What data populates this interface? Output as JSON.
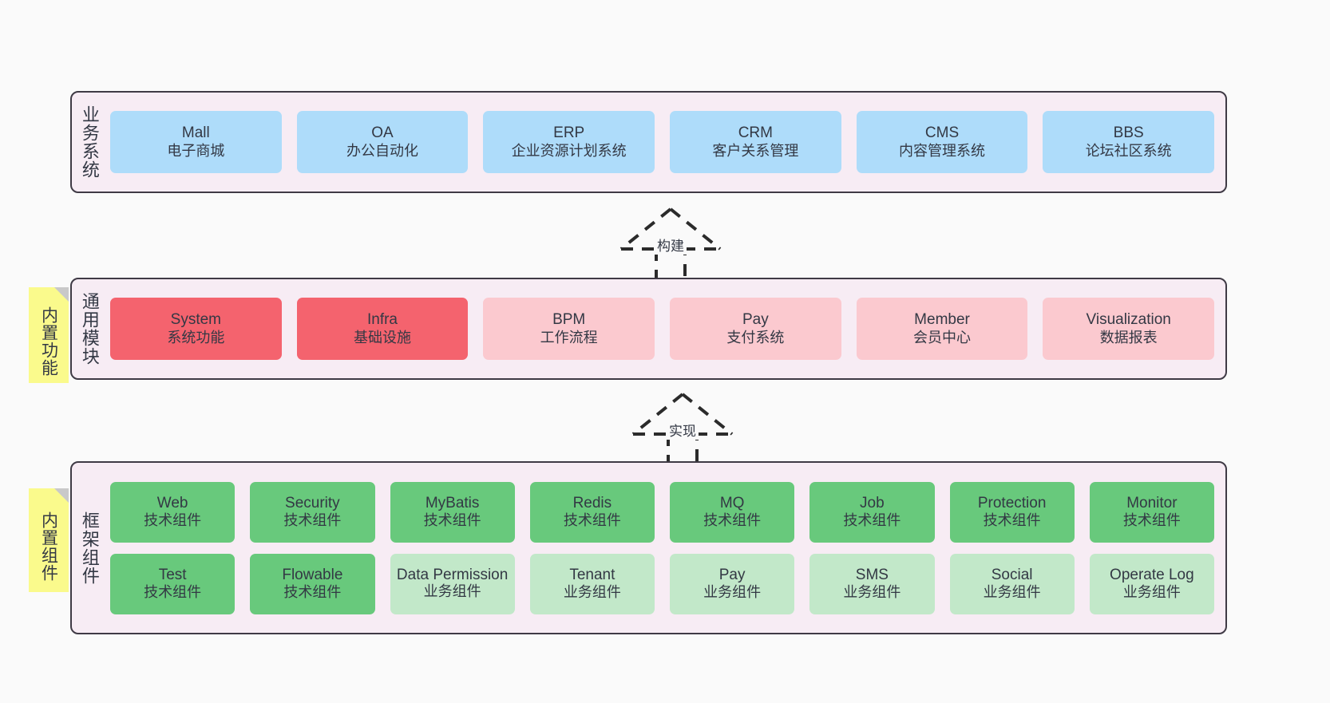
{
  "diagram": {
    "title": "",
    "colors": {
      "band_bg": "#f7ecf4",
      "band_border": "#3f3a45",
      "business_box": "#aedcfa",
      "module_strong": "#f4636e",
      "module_soft": "#fbc9cf",
      "tech_component": "#68c97c",
      "biz_component": "#c2e8c9",
      "note_bg": "#fafa8c",
      "note_fold": "#c9c9c9",
      "canvas_bg": "#fafafa"
    }
  },
  "notes": [
    {
      "label": "内置功能"
    },
    {
      "label": "内置组件"
    }
  ],
  "connectors": [
    {
      "label": "构建"
    },
    {
      "label": "实现"
    }
  ],
  "layers": [
    {
      "id": "business",
      "title": "业务系统",
      "rows": [
        [
          {
            "t1": "Mall",
            "t2": "电子商城"
          },
          {
            "t1": "OA",
            "t2": "办公自动化"
          },
          {
            "t1": "ERP",
            "t2": "企业资源计划系统"
          },
          {
            "t1": "CRM",
            "t2": "客户关系管理"
          },
          {
            "t1": "CMS",
            "t2": "内容管理系统"
          },
          {
            "t1": "BBS",
            "t2": "论坛社区系统"
          }
        ]
      ]
    },
    {
      "id": "modules",
      "title": "通用模块",
      "rows": [
        [
          {
            "t1": "System",
            "t2": "系统功能",
            "style": "strong"
          },
          {
            "t1": "Infra",
            "t2": "基础设施",
            "style": "strong"
          },
          {
            "t1": "BPM",
            "t2": "工作流程",
            "style": "soft"
          },
          {
            "t1": "Pay",
            "t2": "支付系统",
            "style": "soft"
          },
          {
            "t1": "Member",
            "t2": "会员中心",
            "style": "soft"
          },
          {
            "t1": "Visualization",
            "t2": "数据报表",
            "style": "soft"
          }
        ]
      ]
    },
    {
      "id": "framework",
      "title": "框架组件",
      "rows": [
        [
          {
            "t1": "Web",
            "t2": "技术组件",
            "style": "tech"
          },
          {
            "t1": "Security",
            "t2": "技术组件",
            "style": "tech"
          },
          {
            "t1": "MyBatis",
            "t2": "技术组件",
            "style": "tech"
          },
          {
            "t1": "Redis",
            "t2": "技术组件",
            "style": "tech"
          },
          {
            "t1": "MQ",
            "t2": "技术组件",
            "style": "tech"
          },
          {
            "t1": "Job",
            "t2": "技术组件",
            "style": "tech"
          },
          {
            "t1": "Protection",
            "t2": "技术组件",
            "style": "tech"
          },
          {
            "t1": "Monitor",
            "t2": "技术组件",
            "style": "tech"
          }
        ],
        [
          {
            "t1": "Test",
            "t2": "技术组件",
            "style": "tech"
          },
          {
            "t1": "Flowable",
            "t2": "技术组件",
            "style": "tech"
          },
          {
            "t1": "Data Permission",
            "t2": "业务组件",
            "style": "biz"
          },
          {
            "t1": "Tenant",
            "t2": "业务组件",
            "style": "biz"
          },
          {
            "t1": "Pay",
            "t2": "业务组件",
            "style": "biz"
          },
          {
            "t1": "SMS",
            "t2": "业务组件",
            "style": "biz"
          },
          {
            "t1": "Social",
            "t2": "业务组件",
            "style": "biz"
          },
          {
            "t1": "Operate Log",
            "t2": "业务组件",
            "style": "biz"
          }
        ]
      ]
    }
  ]
}
